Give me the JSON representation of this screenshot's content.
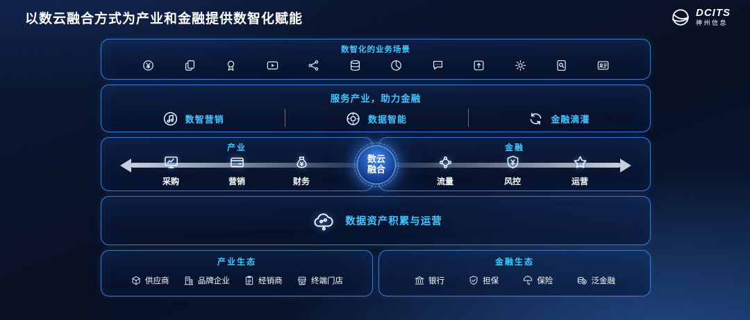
{
  "page": {
    "title": "以数云融合方式为产业和金融提供数智化赋能"
  },
  "logo": {
    "brand": "DCITS",
    "company": "神州信息",
    "icon": "logo-swoosh-icon"
  },
  "colors": {
    "accent_cyan": "#41c7ff",
    "panel_border": "#4a8ee8",
    "arrow_gray": "#c6cfdc",
    "background_dark": "#081022",
    "fusion_glow": "#3f8cf0"
  },
  "scenarios": {
    "title": "数智化的业务场景",
    "icons": [
      "yen-coin-icon",
      "copy-docs-icon",
      "medal-icon",
      "video-play-icon",
      "share-network-icon",
      "database-icon",
      "pie-chart-icon",
      "chat-bubble-icon",
      "upload-box-icon",
      "gear-icon",
      "doc-search-icon",
      "id-card-icon"
    ]
  },
  "services": {
    "title": "服务产业，助力金融",
    "items": [
      {
        "label": "数智营销",
        "icon": "music-circle-icon"
      },
      {
        "label": "数据智能",
        "icon": "target-scope-icon"
      },
      {
        "label": "金融滴灌",
        "icon": "sync-arrows-icon"
      }
    ]
  },
  "flow": {
    "center": {
      "label": "数云融合",
      "line1": "数云",
      "line2": "融合"
    },
    "industry": {
      "title": "产业",
      "items": [
        {
          "label": "采购",
          "icon": "monitor-chart-icon"
        },
        {
          "label": "营销",
          "icon": "wallet-icon"
        },
        {
          "label": "财务",
          "icon": "money-bag-icon"
        }
      ]
    },
    "finance": {
      "title": "金融",
      "items": [
        {
          "label": "流量",
          "icon": "node-graph-icon"
        },
        {
          "label": "风控",
          "icon": "shield-yen-icon"
        },
        {
          "label": "运营",
          "icon": "star-icon"
        }
      ]
    }
  },
  "data_asset": {
    "label": "数据资产积累与运营",
    "icon": "cloud-nodes-icon"
  },
  "ecosystems": {
    "industry": {
      "title": "产业生态",
      "items": [
        {
          "label": "供应商",
          "icon": "cube-box-icon"
        },
        {
          "label": "品牌企业",
          "icon": "building-icon"
        },
        {
          "label": "经销商",
          "icon": "clipboard-list-icon"
        },
        {
          "label": "终端门店",
          "icon": "storefront-icon"
        }
      ]
    },
    "finance": {
      "title": "金融生态",
      "items": [
        {
          "label": "银行",
          "icon": "bank-building-icon"
        },
        {
          "label": "担保",
          "icon": "shield-check-icon"
        },
        {
          "label": "保险",
          "icon": "umbrella-icon"
        },
        {
          "label": "泛金融",
          "icon": "coin-stack-icon"
        }
      ]
    }
  }
}
